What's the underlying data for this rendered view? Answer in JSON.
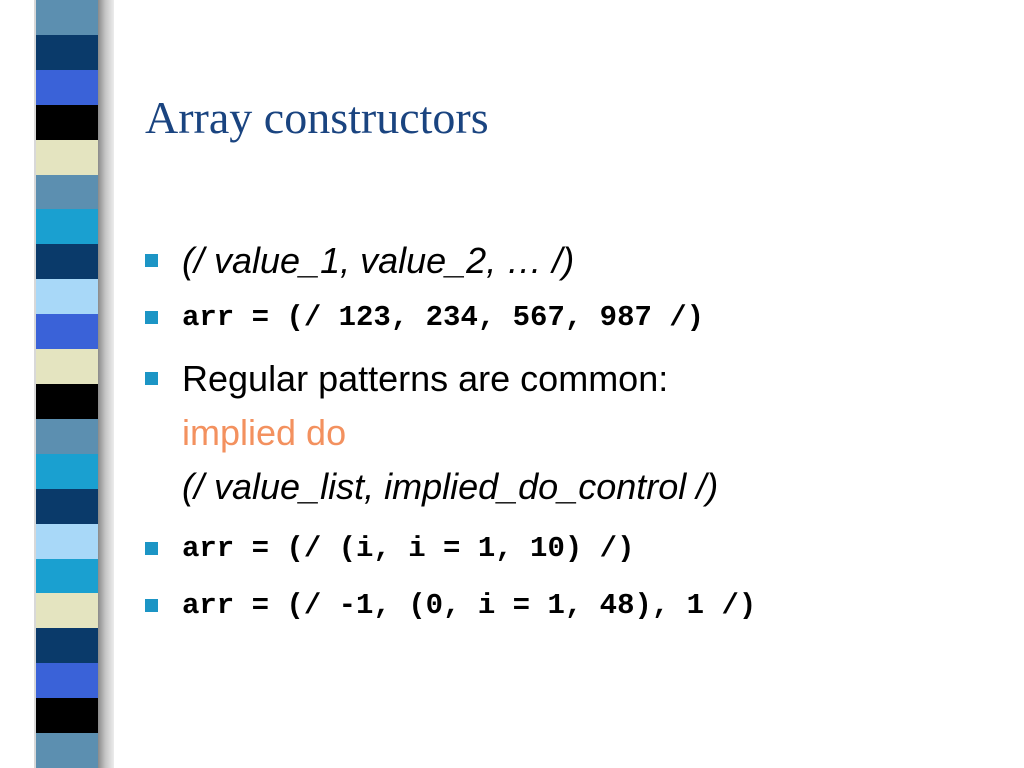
{
  "slide": {
    "title": "Array constructors",
    "colors": {
      "title": "#1a4480",
      "bullet_marker": "#1c95c5",
      "accent_text": "#f3915f",
      "body_text": "#000000"
    },
    "decorative_stripe_colors": [
      "#5c8fb0",
      "#0a3a6a",
      "#3a62d8",
      "#000000",
      "#e4e4c0",
      "#5c8fb0",
      "#1aa0d0",
      "#0a3a6a",
      "#a8d8f8",
      "#3a62d8",
      "#e4e4c0",
      "#000000",
      "#5c8fb0",
      "#1aa0d0",
      "#0a3a6a",
      "#a8d8f8",
      "#1aa0d0",
      "#e4e4c0",
      "#0a3a6a",
      "#3a62d8",
      "#000000",
      "#5c8fb0"
    ],
    "bullets": [
      {
        "marker_icon": "square-bullet-icon",
        "text": "(/ value_1, value_2, … /)"
      },
      {
        "marker_icon": "square-bullet-icon",
        "code": "arr = (/ 123, 234, 567, 987 /)"
      },
      {
        "marker_icon": "square-bullet-icon",
        "text": "Regular patterns are common:",
        "accent": "implied do",
        "syntax": "(/ value_list, implied_do_control /)"
      },
      {
        "marker_icon": "square-bullet-icon",
        "code": "arr = (/ (i, i = 1, 10) /)"
      },
      {
        "marker_icon": "square-bullet-icon",
        "code": "arr = (/ -1, (0, i = 1, 48), 1 /)"
      }
    ]
  }
}
